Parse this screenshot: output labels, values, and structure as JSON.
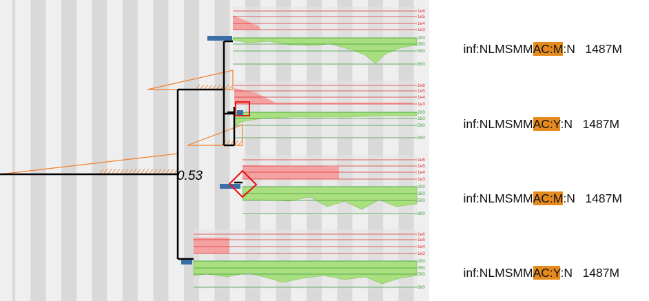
{
  "tree": {
    "bootstrap_value": "0.53"
  },
  "scale_ticks": {
    "red": [
      "1e6",
      "1e5",
      "1e4",
      "1e3"
    ],
    "green": [
      "200",
      "350",
      "500",
      "800"
    ]
  },
  "leaves": [
    {
      "prefix": "inf:NLMSMM",
      "highlight": "AC:M",
      "suffix": ":N",
      "tail": "1487M"
    },
    {
      "prefix": "inf:NLMSMM",
      "highlight": "AC:Y",
      "suffix": ":N",
      "tail": "1487M"
    },
    {
      "prefix": "inf:NLMSMM",
      "highlight": "AC:M",
      "suffix": ":N",
      "tail": "1487M"
    },
    {
      "prefix": "inf:NLMSMM",
      "highlight": "AC:Y",
      "suffix": ":N",
      "tail": "1487M"
    }
  ],
  "colors": {
    "stripe_dark": "#d9d9d9",
    "stripe_light": "#efefef",
    "panel_bg": "#e6e6e6",
    "tree_line": "#000000",
    "density_orange": "#f07f2a",
    "area_red": "#f59a9a",
    "area_green": "#a9df7f",
    "leaf_marker_blue": "#3a6ea5",
    "select_red": "#e01c1c",
    "label_highlight": "#e58a1f"
  }
}
